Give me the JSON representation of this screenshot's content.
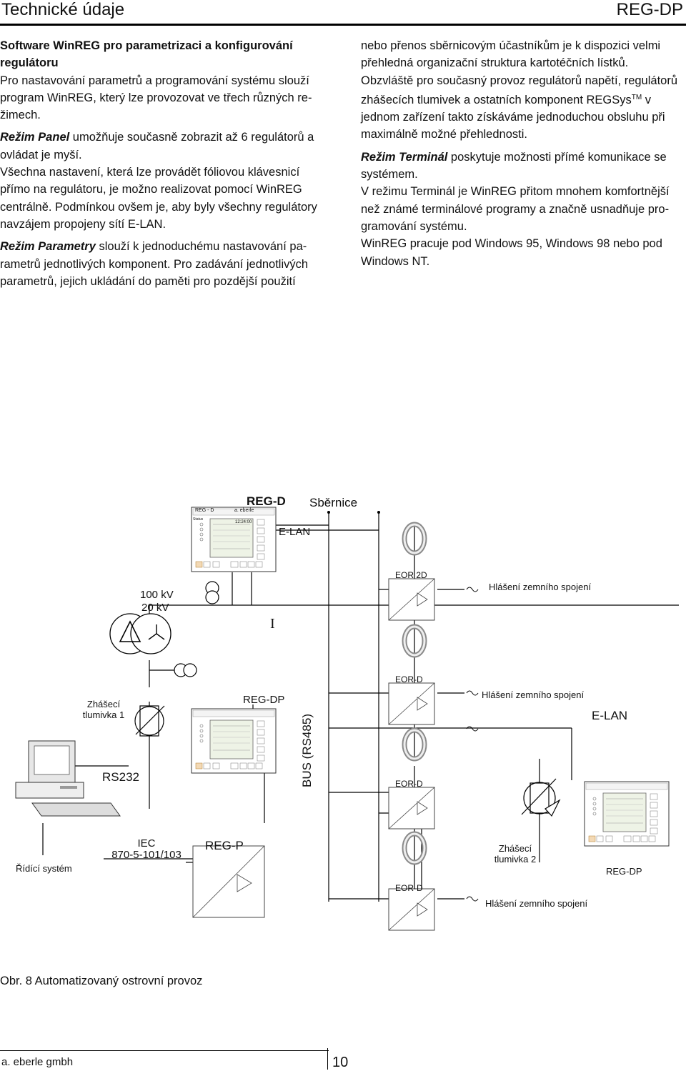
{
  "header": {
    "section_title": "Technické údaje",
    "product": "REG-DP"
  },
  "article": {
    "heading": "Software WinREG pro parametrizaci a konfiguro­vání regulátoru",
    "intro": "Pro nastavování parametrů a programování systému slouží program WinREG, který lze provozovat ve třech různých re­žimech.",
    "panel_term": "Režim Panel",
    "panel_text": " umožňuje současně zobrazit až 6 regulátorů a ovládat je myší.",
    "foil_text": "Všechna nastavení, která lze provádět fóliovou klávesnicí přímo na regulátoru, je možno realizovat pomocí WinREG centrálně. Podmínkou ovšem je, aby byly všechny reguláto­ry navzájem propojeny sítí E-LAN.",
    "params_term": "Režim Parametry",
    "params_text": " slouží k jednoduchému nastavování pa­rametrů jednotlivých komponent. Pro zadávání jednotlivých parametrů, jejich ukládání do paměti pro pozdější použití",
    "col2_cont": "nebo přenos sběrnicovým účastníkům je k dispozici velmi přehledná organizační struktura kartotéčních lístků.",
    "col2_parallel_a": "Obzvláště pro současný provoz regulátorů napětí, regulá­torů zhášecích tlumivek a ostatních komponent REGSys",
    "tm": "TM",
    "col2_parallel_b": " v jednom zařízení takto získáváme jednoduchou obsluhu při maximálně možné přehlednosti.",
    "terminal_term": "Režim Terminál",
    "terminal_text": " poskytuje možnosti přímé komunikace se systémem.",
    "terminal_more": "V režimu Terminál je WinREG přitom mnohem komfortnější než známé terminálové programy a značně usnadňuje pro­gramování systému.",
    "windows": "WinREG pracuje pod Windows 95, Windows 98 nebo pod Windows NT."
  },
  "figure": {
    "reg_d_top": "REG-D",
    "bus_label": "Sběrnice",
    "elan_top": "E-LAN",
    "eor_2d": "EOR 2D",
    "earth_fault_1": "Hlášení zemního spojení",
    "voltage_hv": "100 kV",
    "voltage_lv": "20 kV",
    "current_symbol": "I",
    "eor_d_1": "EOR-D",
    "coil_1": "Zhášecí tlumivka 1",
    "reg_dp_mid": "REG-DP",
    "earth_fault_2": "Hlášení zemního spojení",
    "elan_right": "E-LAN",
    "rs232": "RS232",
    "bus_rs485": "BUS (RS485)",
    "eor_d_2": "EOR-D",
    "iec_line1": "IEC",
    "iec_line2": "870-5-101/103",
    "reg_p": "REG-P",
    "control_system": "Řídící systém",
    "coil_2": "Zhášecí tlumivka 2",
    "reg_dp_right": "REG-DP",
    "eor_d_3": "EOR-D",
    "earth_fault_3": "Hlášení zemního spojení",
    "device_brand": "REG - D",
    "device_maker": "a. eberle",
    "device_time": "12:24:00",
    "device_status": "Status"
  },
  "caption": "Obr. 8 Automatizovaný ostrovní provoz",
  "footer": {
    "company": "a. eberle gmbh",
    "page": "10"
  }
}
